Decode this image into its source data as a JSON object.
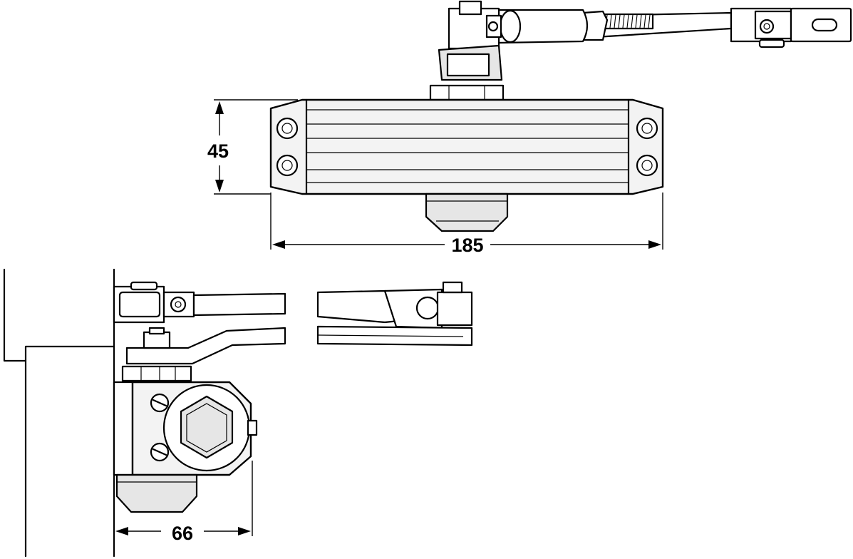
{
  "dimensions": {
    "height": "45",
    "length": "185",
    "depth": "66"
  }
}
